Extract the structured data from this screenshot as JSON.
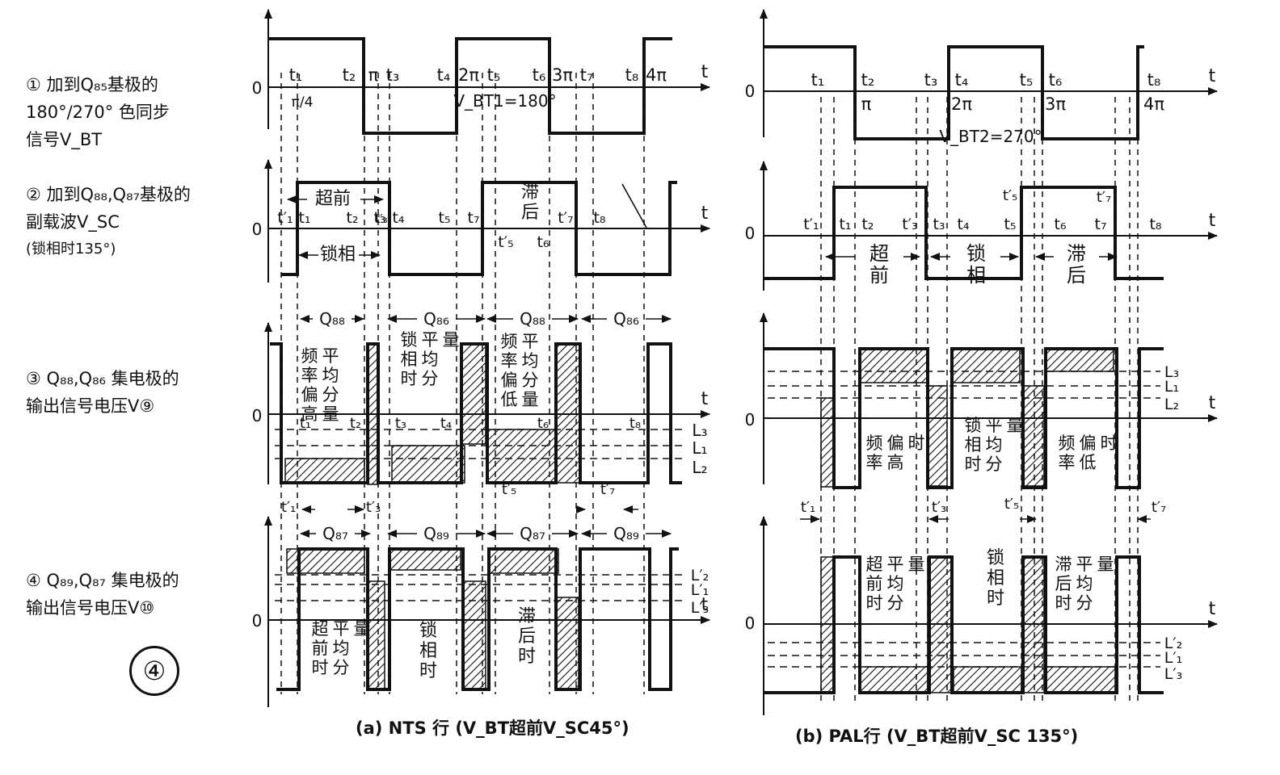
{
  "rows": [
    {
      "lines": [
        "① 加到Q₈₅基极的",
        "180°/270° 色同步",
        "信号V_BT"
      ]
    },
    {
      "lines": [
        "② 加到Q₈₈,Q₈₇基极的",
        "副载波V_SC",
        "(锁相时135°)"
      ]
    },
    {
      "lines": [
        "③ Q₈₈,Q₈₆ 集电极的",
        "输出信号电压V⑨"
      ]
    },
    {
      "lines": [
        "④ Q₈₉,Q₈₇ 集电极的",
        "输出信号电压V⑩"
      ]
    }
  ],
  "figure_badge": "④",
  "captions": {
    "a": "(a) NTS 行 (V_BT超前V_SC45°)",
    "b": "(b) PAL行 (V_BT超前V_SC 135°)"
  },
  "axis": {
    "zero": "0",
    "t": "t"
  },
  "panel_a": {
    "row1": {
      "labels": [
        "t₁",
        "t₂",
        "π",
        "t₃",
        "t₄",
        "2π",
        "t₅",
        "t₆",
        "3π",
        "t₇",
        "t₈",
        "4π"
      ],
      "pi4": "π/4",
      "phase_note": "V_BT1=180°"
    },
    "row2": {
      "top": [
        "超前",
        "滞后"
      ],
      "mid": [
        "t′₁",
        "t₁",
        "t₂",
        "t₃",
        "t₄",
        "t₅",
        "t₇",
        "t′₇",
        "t₈"
      ],
      "low": [
        "t′₃",
        "t′₅",
        "t₆"
      ],
      "bottom": "锁相"
    },
    "row3": {
      "spans": [
        "Q₈₈",
        "Q₈₆",
        "Q₈₈",
        "Q₈₆"
      ],
      "notes": [
        "频率偏高平均分量",
        "锁相时平均分量",
        "频率偏低平均分量"
      ],
      "times": [
        "t₁",
        "t₂",
        "t₃",
        "t₄",
        "t₆",
        "t₈"
      ],
      "levels": [
        "L₃",
        "L₁",
        "L₂"
      ]
    },
    "row4": {
      "marks": [
        "t′₁",
        "t′₃",
        "t′₅",
        "t′₇"
      ],
      "spans": [
        "Q₈₇",
        "Q₈₉",
        "Q₈₇",
        "Q₈₉"
      ],
      "notes": [
        "超前时平均分量",
        "锁相时",
        "滞后时"
      ],
      "levels": [
        "L′₂",
        "L′₁",
        "L′₃"
      ]
    }
  },
  "panel_b": {
    "row1": {
      "labels": [
        "t₁",
        "t₂",
        "t₃",
        "t₄",
        "t₅",
        "t₆",
        "t₈"
      ],
      "below": [
        "π",
        "2π",
        "3π",
        "4π"
      ],
      "phase_note": "V_BT2=270°"
    },
    "row2": {
      "mid": [
        "t′₁",
        "t₁",
        "t₂",
        "t′₃",
        "t₃",
        "t₄",
        "t₅",
        "t₆",
        "t₇",
        "t₈"
      ],
      "upper": [
        "t′₅",
        "t′₇"
      ],
      "regions": [
        "超前",
        "锁相",
        "滞后"
      ]
    },
    "row3": {
      "levels": [
        "L₃",
        "L₁",
        "L₂"
      ],
      "notes": [
        "频率偏高时",
        "锁相时平均分量",
        "频率偏低时"
      ]
    },
    "row4": {
      "marks": [
        "t′₁",
        "t′₃",
        "t′₅",
        "t′₇"
      ],
      "notes": [
        "超前时平均分量",
        "锁相时",
        "滞后时平均分量"
      ],
      "levels": [
        "L′₂",
        "L′₁",
        "L′₃"
      ]
    }
  }
}
